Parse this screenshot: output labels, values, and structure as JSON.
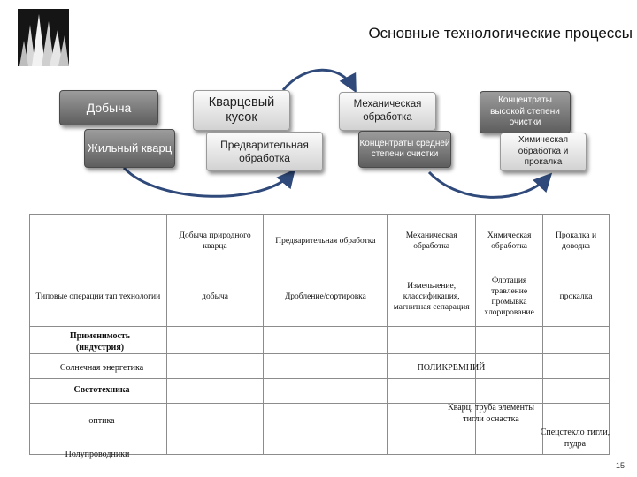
{
  "title": "Основные технологические процессы",
  "page_number": "15",
  "flow": {
    "dobycha": "Добыча",
    "zhilny_kvarts": "Жильный кварц",
    "kvartsevy_kusok": "Кварцевый кусок",
    "predv_obrabotka": "Предварительная обработка",
    "mekh_obrabotka": "Механическая обработка",
    "konts_sredney": "Концентраты средней степени очистки",
    "konts_vysokoy": "Концентраты высокой степени очистки",
    "khim_obrabotka": "Химическая обработка и прокалка"
  },
  "table": {
    "headers": [
      "Добыча природного кварца",
      "Предварительная обработка",
      "Механическая обработка",
      "Химическая обработка",
      "Прокалка и доводка"
    ],
    "row_label": "Типовые операции тап технологии",
    "operations": [
      "добыча",
      "Дробление/сортировка",
      "Измельчение, классификация, магнитная сепарация",
      "Флотация травление промывка хлорирование",
      "прокалка"
    ],
    "applicability": "Применимость (индустрия)",
    "solar": "Солнечная энергетика",
    "polysilicon": "ПОЛИКРЕМНИЙ",
    "lighting": "Светотехника",
    "optics": "оптика",
    "semiconductors": "Полупроводники",
    "quartz_tube": "Кварц, труба элементы тигли оснастка",
    "special_glass": "Спецстекло тигли, пудра"
  }
}
